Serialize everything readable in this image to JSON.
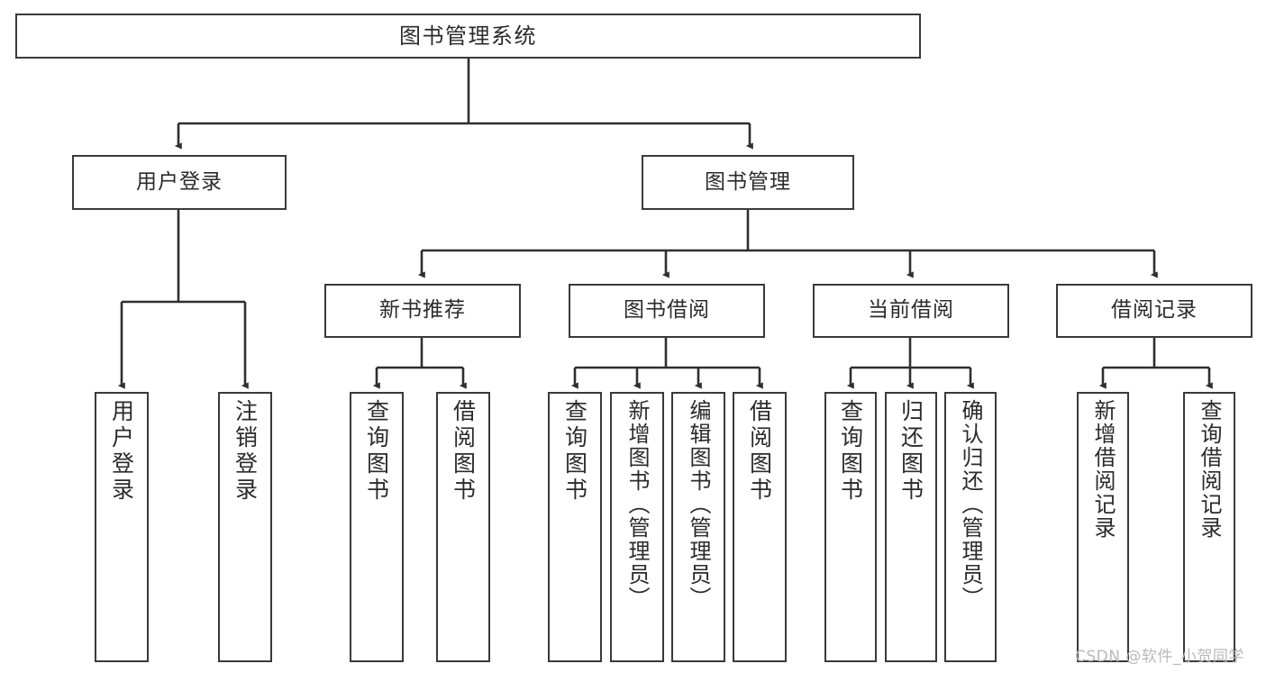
{
  "diagram": {
    "title": "图书管理系统",
    "type": "hierarchy-tree",
    "colors": {
      "node_border": "#3a3a3a",
      "node_fill": "#ffffff",
      "edge": "#2f2f2f",
      "text": "#2b2b2b",
      "watermark": "#b9b9b9",
      "background": "#ffffff"
    },
    "root": {
      "label": "图书管理系统"
    },
    "level1": [
      {
        "label": "用户登录"
      },
      {
        "label": "图书管理"
      }
    ],
    "level2": [
      {
        "label": "新书推荐"
      },
      {
        "label": "图书借阅"
      },
      {
        "label": "当前借阅"
      },
      {
        "label": "借阅记录"
      }
    ],
    "leaves": {
      "user_login": [
        {
          "label": "用户登录"
        },
        {
          "label": "注销登录"
        }
      ],
      "new_book_recommend": [
        {
          "label": "查询图书"
        },
        {
          "label": "借阅图书"
        }
      ],
      "book_borrow": [
        {
          "label": "查询图书"
        },
        {
          "label": "新增图书（管理员）"
        },
        {
          "label": "编辑图书（管理员）"
        },
        {
          "label": "借阅图书"
        }
      ],
      "current_borrow": [
        {
          "label": "查询图书"
        },
        {
          "label": "归还图书"
        },
        {
          "label": "确认归还（管理员）"
        }
      ],
      "borrow_record": [
        {
          "label": "新增借阅记录"
        },
        {
          "label": "查询借阅记录"
        }
      ]
    }
  },
  "watermark": {
    "text": "CSDN @软件_小贺同学"
  }
}
